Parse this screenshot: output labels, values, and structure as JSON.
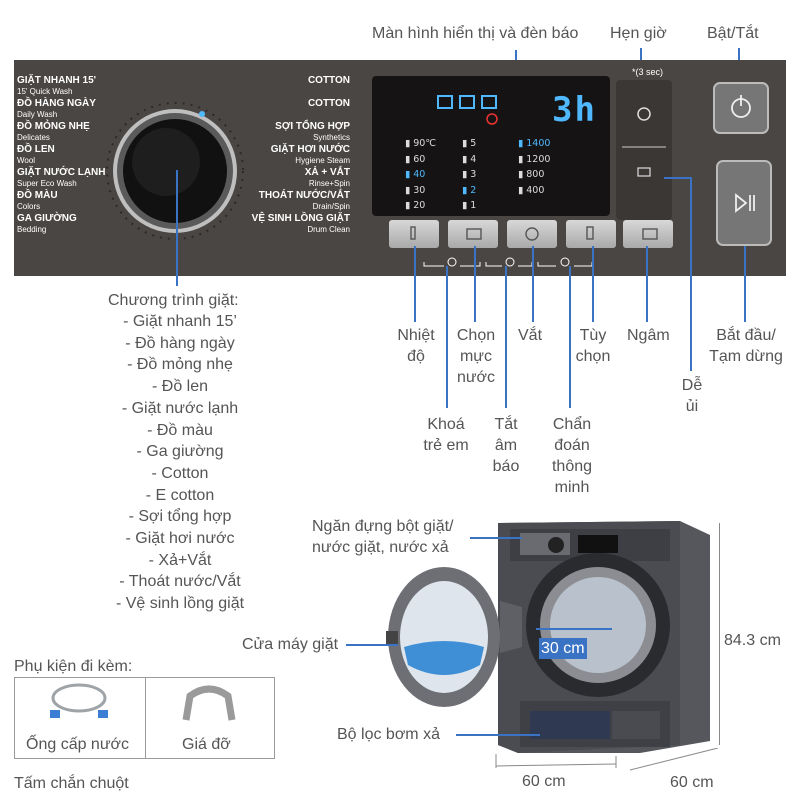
{
  "top_labels": {
    "display": "Màn hình hiển thị và đèn báo",
    "timer": "Hẹn giờ",
    "power": "Bật/Tắt",
    "hold_note": "*(3 sec)"
  },
  "panel": {
    "left_programs": [
      {
        "vi": "GIẶT NHANH 15'",
        "en": "15' Quick Wash"
      },
      {
        "vi": "ĐỒ HÀNG NGÀY",
        "en": "Daily Wash"
      },
      {
        "vi": "ĐỒ MỎNG NHẸ",
        "en": "Delicates"
      },
      {
        "vi": "ĐỒ LEN",
        "en": "Wool"
      },
      {
        "vi": "GIẶT NƯỚC LẠNH",
        "en": "Super Eco Wash"
      },
      {
        "vi": "ĐỒ MÀU",
        "en": "Colors"
      },
      {
        "vi": "GA GIƯỜNG",
        "en": "Bedding"
      }
    ],
    "right_programs": [
      {
        "vi": "COTTON",
        "en": ""
      },
      {
        "vi": "COTTON",
        "en": ""
      },
      {
        "vi": "SỢI TỔNG HỢP",
        "en": "Synthetics"
      },
      {
        "vi": "GIẶT HƠI NƯỚC",
        "en": "Hygiene Steam"
      },
      {
        "vi": "XẢ + VẮT",
        "en": "Rinse+Spin"
      },
      {
        "vi": "THOÁT NƯỚC/VẮT",
        "en": "Drain/Spin"
      },
      {
        "vi": "VỆ SINH LỒNG GIẶT",
        "en": "Drum Clean"
      }
    ],
    "time_readout": "3h",
    "temperatures": [
      "90℃",
      "60",
      "40",
      "30",
      "20"
    ],
    "rinse_counts": [
      "5",
      "4",
      "3",
      "2",
      "1"
    ],
    "spin_speeds": [
      "1400",
      "1200",
      "800",
      "400",
      ""
    ],
    "active_color": "#4fb8ff",
    "panel_color": "#4a4643"
  },
  "callouts": {
    "temperature": "Nhiệt độ",
    "water_level": "Chọn mực nước",
    "spin": "Vắt",
    "options": "Tùy chọn",
    "soak": "Ngâm",
    "start_pause": "Bắt đầu/ Tạm dừng",
    "easy_iron": "Dễ ủi",
    "child_lock": "Khoá trẻ em",
    "mute": "Tắt âm báo",
    "smart_check": "Chẩn đoán thông minh"
  },
  "program_heading": "Chương trình giặt:",
  "programs": [
    "- Giặt nhanh 15’",
    "- Đồ hàng ngày",
    "- Đồ mỏng nhẹ",
    "- Đồ len",
    "- Giặt nước lạnh",
    "- Đồ màu",
    "- Ga giường",
    "- Cotton",
    "- E cotton",
    "- Sợi tổng hợp",
    "- Giặt hơi nước",
    "- Xả+Vắt",
    "- Thoát nước/Vắt",
    "- Vệ sinh lồng giặt"
  ],
  "machine": {
    "drawer": "Ngăn đựng bột giặt/ nước giặt, nước xả",
    "door": "Cửa máy giặt",
    "door_diameter": "30 cm",
    "filter": "Bộ lọc bơm xả",
    "height": "84.3 cm",
    "width": "60 cm",
    "depth": "60 cm",
    "body_color": "#4b4c52"
  },
  "accessories": {
    "heading": "Phụ kiện đi kèm:",
    "items": [
      "Ống cấp nước",
      "Giá đỡ"
    ],
    "extra": "Tấm chắn chuột"
  }
}
